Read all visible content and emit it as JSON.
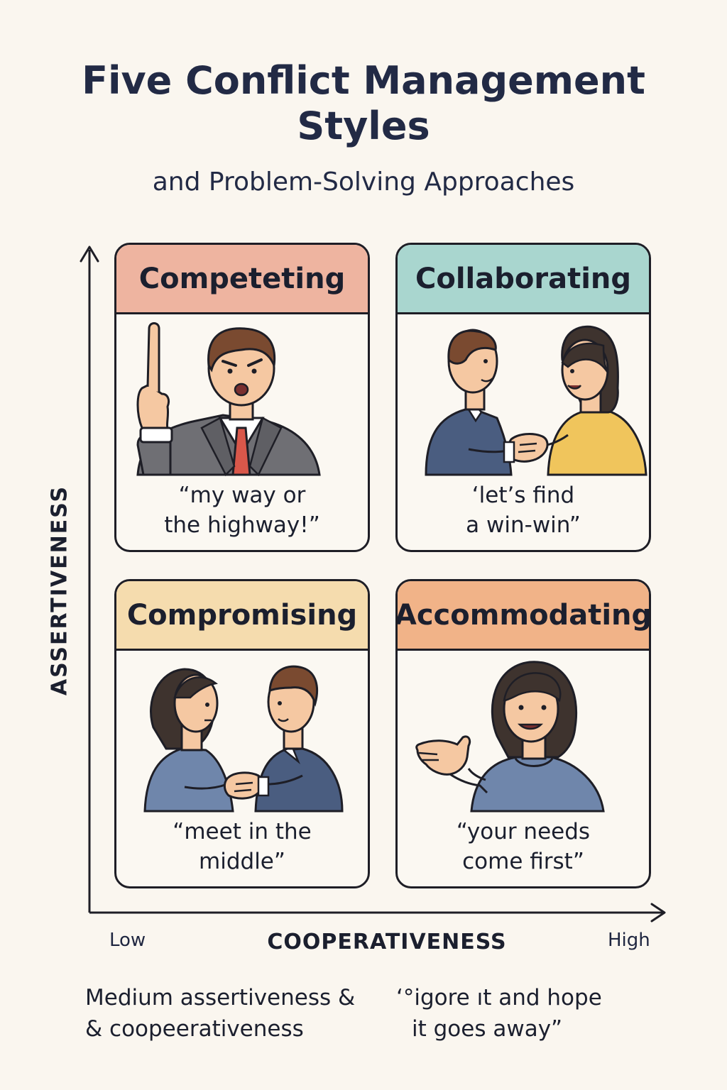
{
  "title": {
    "line1": "Five Conflict Management",
    "line2": "Styles"
  },
  "subtitle": "and Problem-Solving Approaches",
  "axes": {
    "y_label": "ASSERTIVENESS",
    "x_label": "COOPERATIVENESS",
    "x_low": "Low",
    "x_high": "High"
  },
  "cards": [
    {
      "title": "Competeting",
      "color": "#eeb4a0",
      "quote_lines": [
        "“my way or",
        "the highway!”"
      ]
    },
    {
      "title": "Collaborating",
      "color": "#a9d6cf",
      "quote_lines": [
        "‘let’s find",
        "a win-win”"
      ]
    },
    {
      "title": "Compromising",
      "color": "#f5dcae",
      "quote_lines": [
        "“meet in the",
        "middle”"
      ]
    },
    {
      "title": "Accommodating",
      "color": "#f1b388",
      "quote_lines": [
        "“your needs",
        "come first”"
      ]
    }
  ],
  "notes": {
    "left": {
      "line1": "Medium assertiveness &",
      "line2": "& coopeerativeness"
    },
    "right": {
      "line1": "‘°igore ıt and hope",
      "line2": "it goes away”"
    }
  },
  "colors": {
    "background": "#faf6ef",
    "suit_gray": "#6f6f74",
    "suit_blue": "#4a5d80",
    "sweater_blue": "#6f86ab",
    "sweater_yellow": "#f0c55c",
    "tie_red": "#d9574a",
    "skin": "#f5c8a2",
    "hair_brown": "#7a4a30",
    "hair_dark": "#3e332e"
  },
  "icons": [
    "competing-man-pointing-illustration",
    "collaborating-handshake-illustration",
    "compromising-handshake-illustration",
    "accommodating-woman-gesture-illustration"
  ]
}
